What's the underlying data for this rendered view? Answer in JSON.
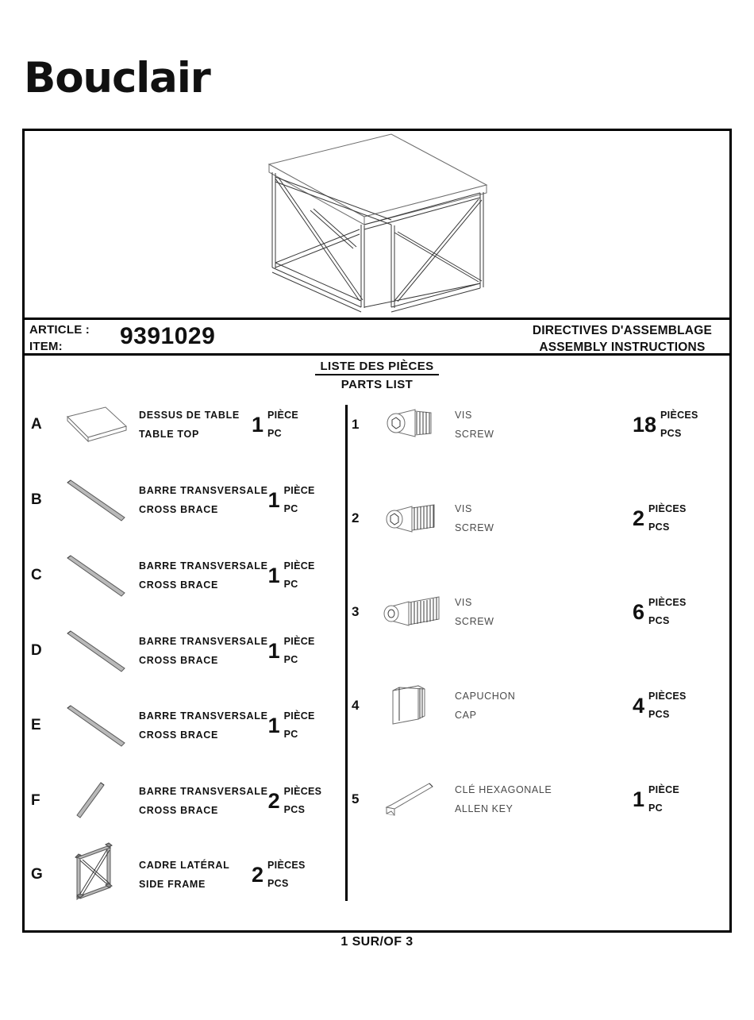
{
  "brand": {
    "name": "Bouclair"
  },
  "header": {
    "article_label_fr": "ARTICLE :",
    "article_label_en": "ITEM:",
    "article_number": "9391029",
    "title_fr": "DIRECTIVES D'ASSEMBLAGE",
    "title_en": "ASSEMBLY INSTRUCTIONS"
  },
  "parts_list_heading": {
    "fr": "LISTE DES PIÈCES",
    "en": "PARTS LIST"
  },
  "parts": [
    {
      "tag": "A",
      "icon": "table-top-icon",
      "name_fr": "DESSUS DE TABLE",
      "name_en": "TABLE TOP",
      "qty": "1",
      "unit_fr": "PIÈCE",
      "unit_en": "PC"
    },
    {
      "tag": "B",
      "icon": "cross-brace-icon",
      "name_fr": "BARRE TRANSVERSALE",
      "name_en": "CROSS BRACE",
      "qty": "1",
      "unit_fr": "PIÈCE",
      "unit_en": "PC"
    },
    {
      "tag": "C",
      "icon": "cross-brace-icon",
      "name_fr": "BARRE TRANSVERSALE",
      "name_en": "CROSS BRACE",
      "qty": "1",
      "unit_fr": "PIÈCE",
      "unit_en": "PC"
    },
    {
      "tag": "D",
      "icon": "cross-brace-icon",
      "name_fr": "BARRE TRANSVERSALE",
      "name_en": "CROSS BRACE",
      "qty": "1",
      "unit_fr": "PIÈCE",
      "unit_en": "PC"
    },
    {
      "tag": "E",
      "icon": "cross-brace-icon",
      "name_fr": "BARRE TRANSVERSALE",
      "name_en": "CROSS BRACE",
      "qty": "1",
      "unit_fr": "PIÈCE",
      "unit_en": "PC"
    },
    {
      "tag": "F",
      "icon": "short-brace-icon",
      "name_fr": "BARRE TRANSVERSALE",
      "name_en": "CROSS BRACE",
      "qty": "2",
      "unit_fr": "PIÈCES",
      "unit_en": "PCS"
    },
    {
      "tag": "G",
      "icon": "side-frame-icon",
      "name_fr": "CADRE LATÉRAL",
      "name_en": "SIDE FRAME",
      "qty": "2",
      "unit_fr": "PIÈCES",
      "unit_en": "PCS"
    }
  ],
  "hardware": [
    {
      "tag": "1",
      "icon": "screw-short-icon",
      "name_fr": "VIS",
      "name_en": "SCREW",
      "qty": "18",
      "unit_fr": "PIÈCES",
      "unit_en": "PCS"
    },
    {
      "tag": "2",
      "icon": "screw-medium-icon",
      "name_fr": "VIS",
      "name_en": "SCREW",
      "qty": "2",
      "unit_fr": "PIÈCES",
      "unit_en": "PCS"
    },
    {
      "tag": "3",
      "icon": "screw-long-icon",
      "name_fr": "VIS",
      "name_en": "SCREW",
      "qty": "6",
      "unit_fr": "PIÈCES",
      "unit_en": "PCS"
    },
    {
      "tag": "4",
      "icon": "cap-icon",
      "name_fr": "CAPUCHON",
      "name_en": "CAP",
      "qty": "4",
      "unit_fr": "PIÈCES",
      "unit_en": "PCS"
    },
    {
      "tag": "5",
      "icon": "allen-key-icon",
      "name_fr": "CLÉ HEXAGONALE",
      "name_en": "ALLEN KEY",
      "qty": "1",
      "unit_fr": "PIÈCE",
      "unit_en": "PC"
    }
  ],
  "footer": {
    "page": "1 SUR/OF 3"
  },
  "colors": {
    "ink": "#111111",
    "line": "#3a3a3a",
    "metal": "#b9b9b9"
  }
}
